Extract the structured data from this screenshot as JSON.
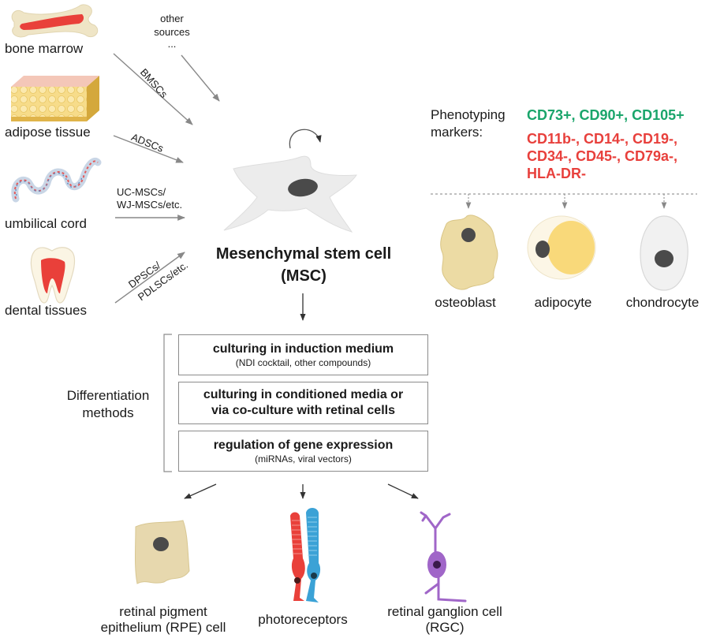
{
  "sources": {
    "bone_marrow": "bone marrow",
    "adipose_tissue": "adipose tissue",
    "umbilical_cord": "umbilical cord",
    "dental_tissues": "dental tissues",
    "other_sources_1": "other",
    "other_sources_2": "sources",
    "other_sources_3": "..."
  },
  "abbreviations": {
    "bmscs": "BMSCs",
    "adscs": "ADSCs",
    "uc_line1": "UC-MSCs/",
    "uc_line2": "WJ-MSCs/etc.",
    "dp_line1": "DPSCs/",
    "dp_line2": "PDLSCs/etc."
  },
  "msc": {
    "title_line1": "Mesenchymal stem cell",
    "title_line2": "(MSC)"
  },
  "phenotyping": {
    "label_line1": "Phenotyping",
    "label_line2": "markers:",
    "positive": "CD73+, CD90+, CD105+",
    "negative_line1": "CD11b-, CD14-, CD19-,",
    "negative_line2": "CD34-, CD45-, CD79a-,",
    "negative_line3": "HLA-DR-",
    "positive_color": "#1aa56b",
    "negative_color": "#e8403c"
  },
  "lineages": {
    "osteoblast": "osteoblast",
    "adipocyte": "adipocyte",
    "chondrocyte": "chondrocyte"
  },
  "methods": {
    "label_line1": "Differentiation",
    "label_line2": "methods",
    "box1_title": "culturing in induction medium",
    "box1_sub": "(NDI cocktail, other compounds)",
    "box2_line1": "culturing in conditioned media or",
    "box2_line2": "via co-culture with retinal cells",
    "box3_title": "regulation of gene expression",
    "box3_sub": "(miRNAs, viral vectors)"
  },
  "outputs": {
    "rpe_line1": "retinal pigment",
    "rpe_line2": "epithelium (RPE) cell",
    "photoreceptors": "photoreceptors",
    "rgc_line1": "retinal ganglion cell",
    "rgc_line2": "(RGC)"
  }
}
